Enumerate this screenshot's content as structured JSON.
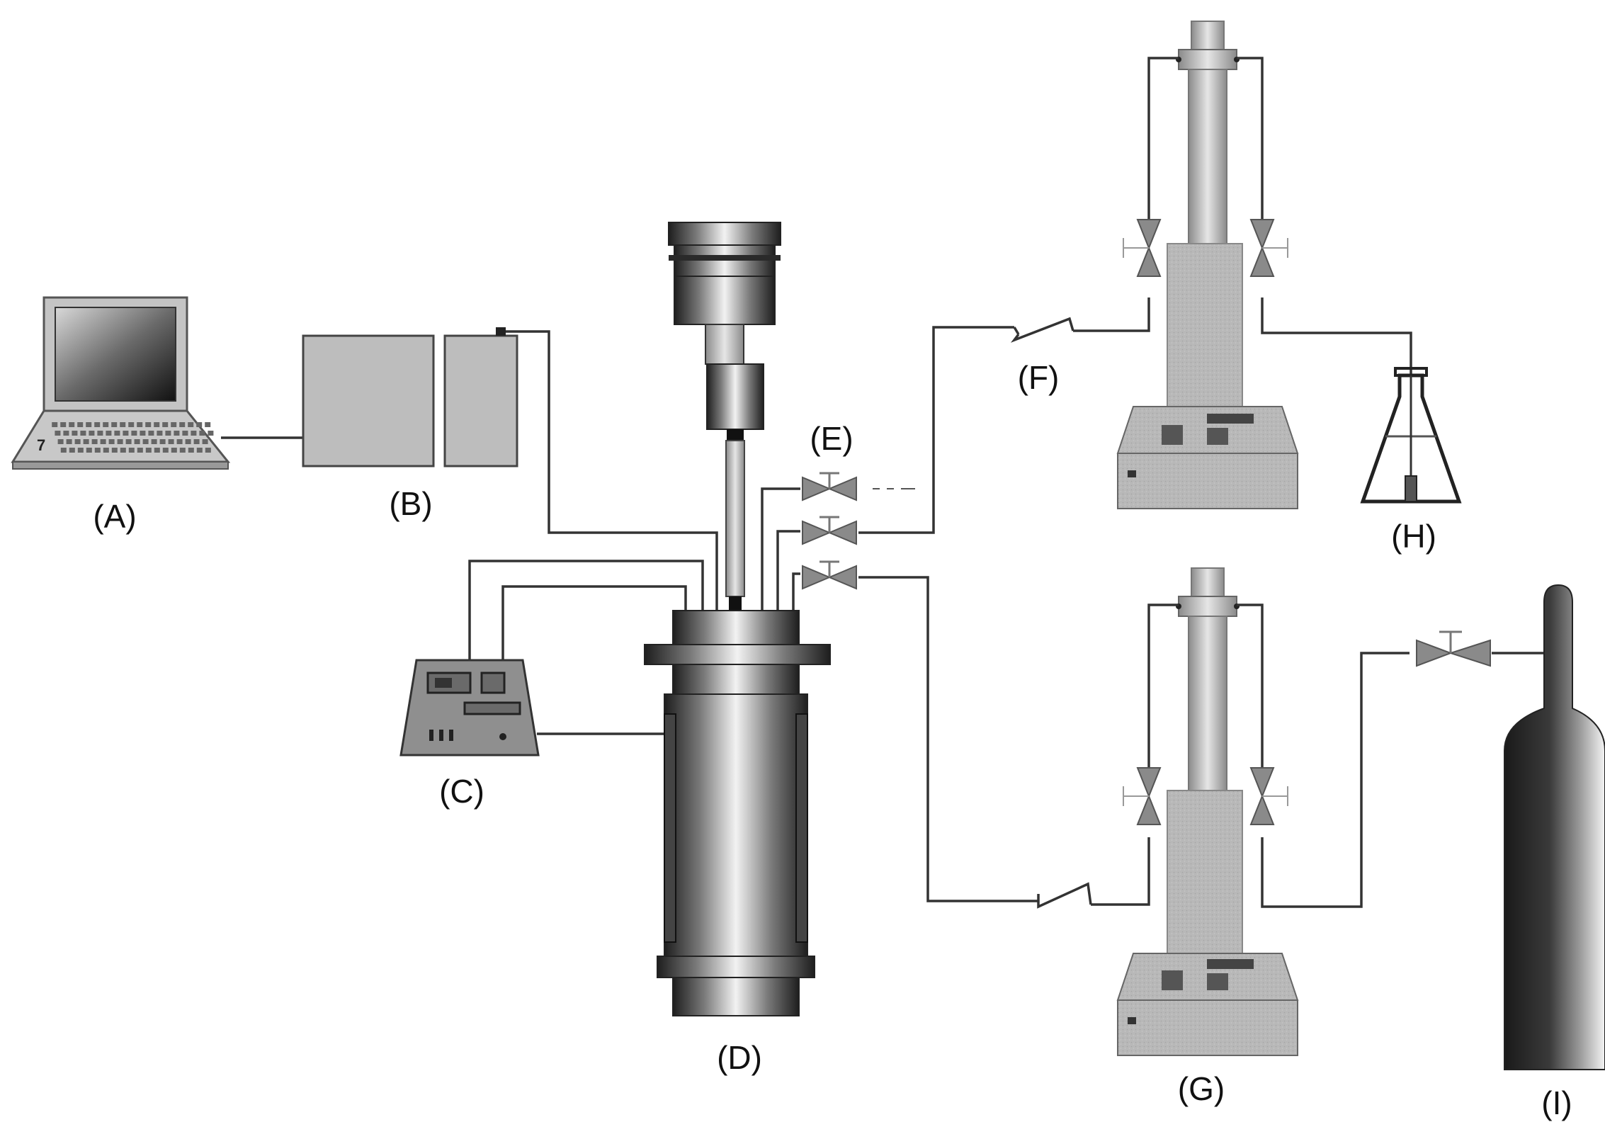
{
  "labels": {
    "a": "(A)",
    "b": "(B)",
    "c": "(C)",
    "d": "(D)",
    "e": "(E)",
    "f": "(F)",
    "g": "(G)",
    "h": "(H)",
    "i": "(I)"
  },
  "keyboard_key": "7",
  "colors": {
    "line": "#333333",
    "device_gray": "#b3b3b3",
    "valve_gray": "#8a8a8a",
    "metal_dark": "#2a2a2a",
    "metal_light": "#eeeeee"
  }
}
